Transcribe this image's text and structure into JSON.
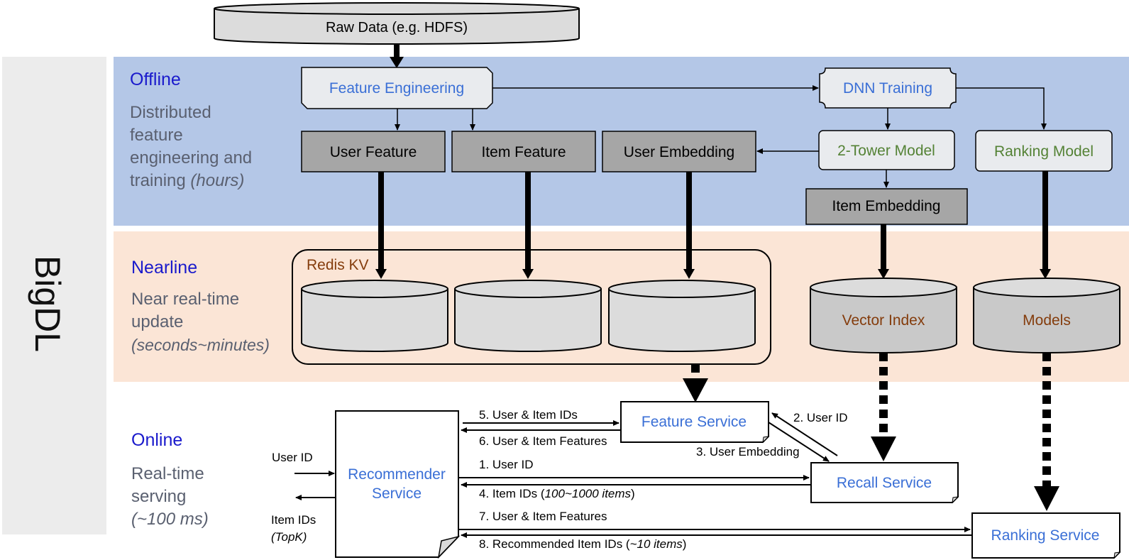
{
  "sidebar": {
    "label": "BigDL"
  },
  "colors": {
    "offline_band": "#b4c7e7",
    "nearline_band": "#fbe5d6",
    "sidebar": "#ececec",
    "light_box": "#e9ebee",
    "dark_box": "#a6a6a6",
    "link_blue": "#3a6fd6",
    "green": "#548235",
    "brown": "#843c0c"
  },
  "raw_data": {
    "label": "Raw Data (e.g. HDFS)"
  },
  "offline": {
    "title": "Offline",
    "desc_1": "Distributed",
    "desc_2": "feature",
    "desc_3": "engineering and",
    "desc_4_prefix": "training ",
    "desc_4_italic": "(hours)",
    "feature_engineering": "Feature Engineering",
    "dnn_training": "DNN Training",
    "user_feature": "User Feature",
    "item_feature": "Item Feature",
    "user_embedding": "User Embedding",
    "two_tower_model": "2-Tower Model",
    "ranking_model": "Ranking Model",
    "item_embedding": "Item Embedding"
  },
  "nearline": {
    "title": "Nearline",
    "desc_1": "Near real-time",
    "desc_2": "update",
    "desc_3": "(seconds~minutes)",
    "redis_kv": "Redis KV",
    "vector_index": "Vector Index",
    "models": "Models"
  },
  "online": {
    "title": "Online",
    "desc_1": "Real-time",
    "desc_2": "serving",
    "desc_3": "(~100 ms)",
    "recommender_service_1": "Recommender",
    "recommender_service_2": "Service",
    "feature_service": "Feature Service",
    "recall_service": "Recall Service",
    "ranking_service": "Ranking Service",
    "input_user_id": "User ID",
    "output_item_ids": "Item IDs",
    "output_topk": "(TopK)",
    "edge_1": "1. User ID",
    "edge_2": "2. User ID",
    "edge_3": "3. User Embedding",
    "edge_4_prefix": "4. Item IDs (",
    "edge_4_italic": "100~1000 items",
    "edge_4_suffix": ")",
    "edge_5": "5. User & Item IDs",
    "edge_6": "6. User & Item Features",
    "edge_7": "7. User & Item Features",
    "edge_8_prefix": "8. Recommended Item IDs (",
    "edge_8_italic": "~10 items",
    "edge_8_suffix": ")"
  }
}
